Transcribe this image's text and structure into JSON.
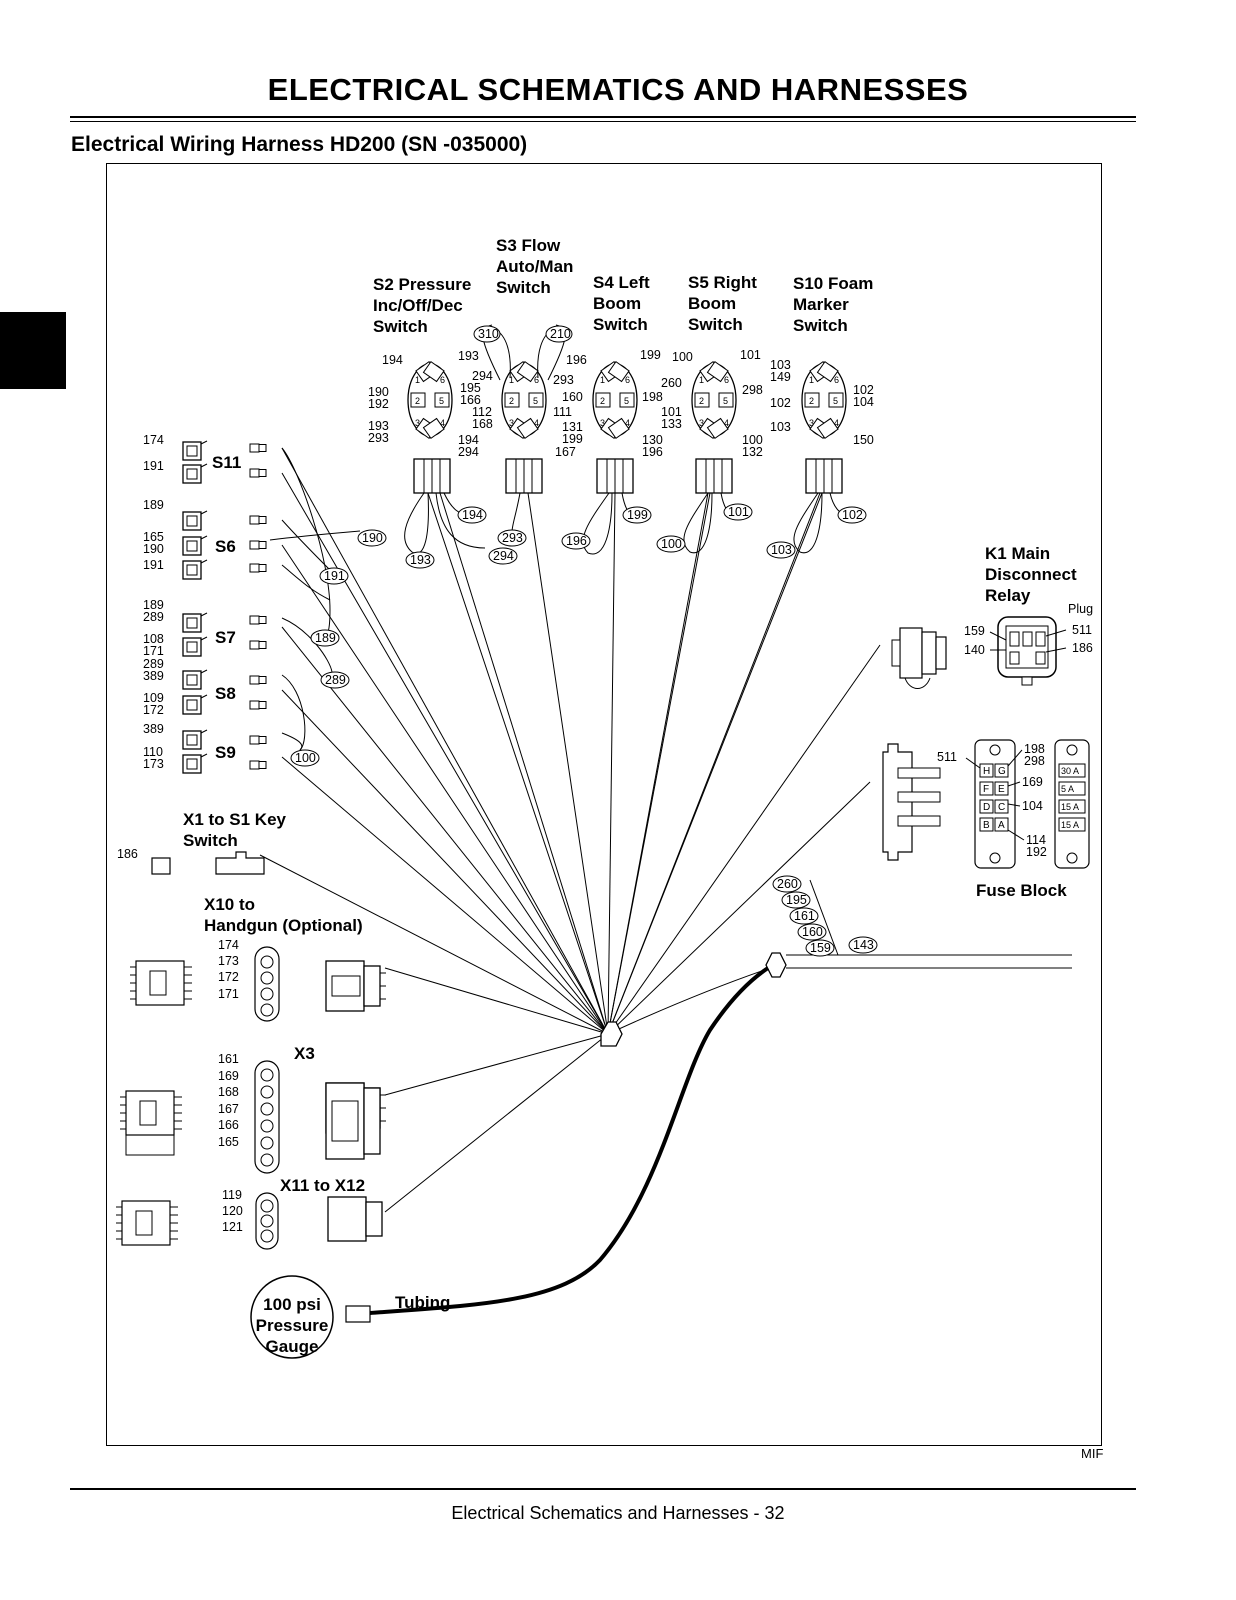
{
  "header": {
    "page_title": "ELECTRICAL   SCHEMATICS AND HARNESSES",
    "section_title": "Electrical Wiring Harness HD200 (SN -035000)"
  },
  "footer": {
    "text": "Electrical   Schematics and Harnesses  - 32",
    "code": "MIF"
  },
  "switches": {
    "s2": [
      "S2 Pressure",
      "Inc/Off/Dec",
      "Switch"
    ],
    "s3": [
      "S3 Flow",
      "Auto/Man",
      "Switch"
    ],
    "s4": [
      "S4 Left",
      "Boom",
      "Switch"
    ],
    "s5": [
      "S5 Right",
      "Boom",
      "Switch"
    ],
    "s10": [
      "S10 Foam",
      "Marker",
      "Switch"
    ]
  },
  "side_switches": {
    "s11": "S11",
    "s6": "S6",
    "s7": "S7",
    "s8": "S8",
    "s9": "S9"
  },
  "connectors": {
    "x1": [
      "X1 to S1 Key",
      "Switch"
    ],
    "x10": [
      "X10 to",
      "Handgun (Optional)"
    ],
    "x3": "X3",
    "x11": "X11 to X12",
    "gauge": [
      "100 psi",
      "Pressure",
      "Gauge"
    ],
    "tubing": "Tubing"
  },
  "relay": {
    "title": [
      "K1 Main",
      "Disconnect",
      "Relay"
    ],
    "plug": "Plug",
    "pins": [
      "159",
      "140",
      "511",
      "186"
    ]
  },
  "fuse_block": {
    "title": "Fuse Block",
    "fuses": [
      "30 A",
      "5 A",
      "15 A",
      "15 A"
    ],
    "letters": [
      "H",
      "G",
      "F",
      "E",
      "D",
      "C",
      "B",
      "A"
    ],
    "wires_left": [
      "511"
    ],
    "wires_right": [
      "198",
      "298",
      "169",
      "104",
      "114",
      "192"
    ]
  },
  "bundle_labels": [
    "260",
    "195",
    "161",
    "160",
    "159",
    "143"
  ]
}
